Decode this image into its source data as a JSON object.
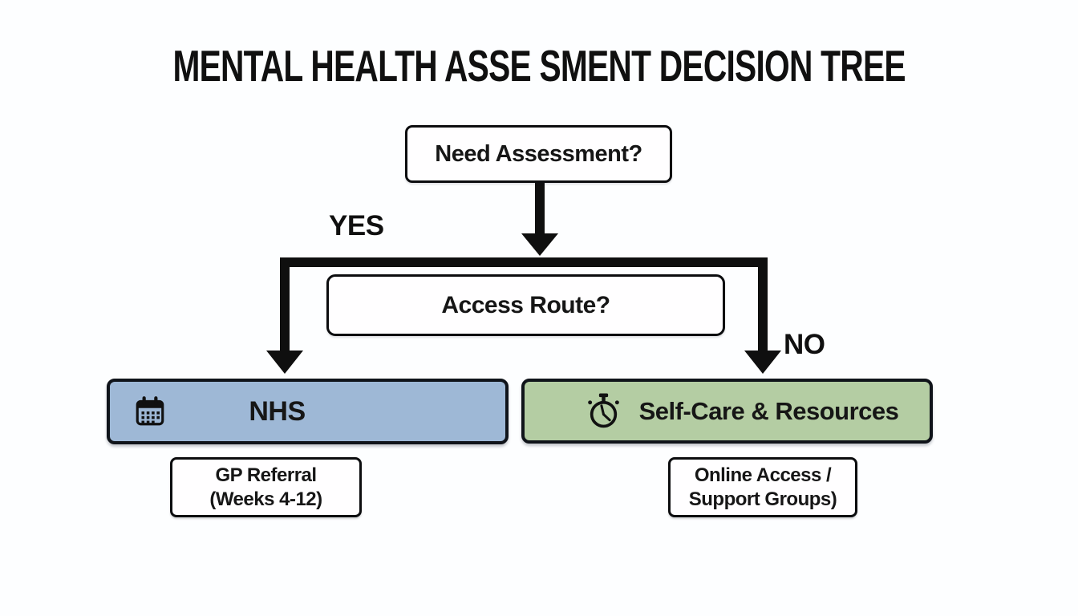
{
  "diagram": {
    "title": "MENTAL HEALTH ASSE SMENT DECISION TREE",
    "root": {
      "label": "Need Assessment?"
    },
    "branch_labels": {
      "yes": "YES",
      "no": "NO"
    },
    "access": {
      "label": "Access Route?"
    },
    "nhs": {
      "label": "NHS",
      "icon": "calendar-icon",
      "fill": "#9eb8d6"
    },
    "selfcare": {
      "label": "Self-Care & Resources",
      "icon": "stopwatch-icon",
      "fill": "#b4cda3"
    },
    "gp": {
      "line1": "GP Referral",
      "line2": "(Weeks 4-12)"
    },
    "online": {
      "line1": "Online Access /",
      "line2": "Support Groups)"
    },
    "colors": {
      "connector": "#0f0f0f",
      "node_border": "#0c0d0f",
      "background": "#fdfeff"
    }
  }
}
